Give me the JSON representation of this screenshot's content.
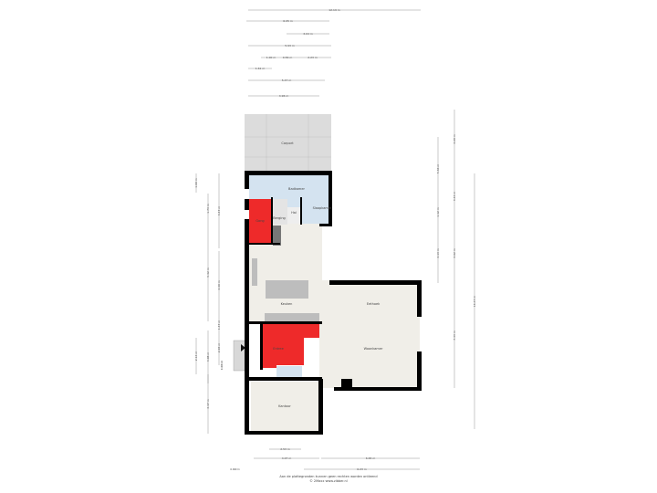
{
  "rooms": {
    "carport": "Carport",
    "badkamer": "Badkamer",
    "berging": "Berging",
    "hal": "Hal",
    "slaapkamer": "Slaapkamer",
    "gang": "Gang",
    "keuken": "Keuken",
    "eethoek": "Eethoek",
    "woonkamer": "Woonkamer",
    "entree": "Entree",
    "kantoor": "Kantoor"
  },
  "dimensions": {
    "top": [
      "12.19 m",
      "6.05 m",
      "3.04 m",
      "5.93 m",
      "1.00 m",
      "0.56 m",
      "2.23 m",
      "1.61 m",
      "5.47 m",
      "4.96 m"
    ],
    "left": [
      "1.60 m",
      "1.73 m",
      "3.47 m",
      "5.42 m",
      "4.40 m",
      "1.47 m",
      "3.08 m",
      "2.03 m",
      "2.14 m",
      "1.03 m",
      "3.47 m"
    ],
    "right": [
      "4.20 m",
      "5.36 m",
      "1.12 m",
      "3.43 m",
      "4.13 m",
      "3.62 m",
      "7.43 m",
      "16.47 m"
    ],
    "bottom": [
      "2.53 m",
      "4.07 m",
      "6.65 m",
      "0.94 m",
      "6.23 m"
    ]
  },
  "footer": {
    "disclaimer": "Aan de plattegronden kunnen geen rechten worden ontleend",
    "credit": "© 2Maxx www.zibber.nl"
  },
  "colors": {
    "wall": "#000000",
    "floor": "#f0eee8",
    "bathroom": "#d4e3f0",
    "highlight": "#ee2a2a",
    "carport": "#d9d9d9"
  }
}
